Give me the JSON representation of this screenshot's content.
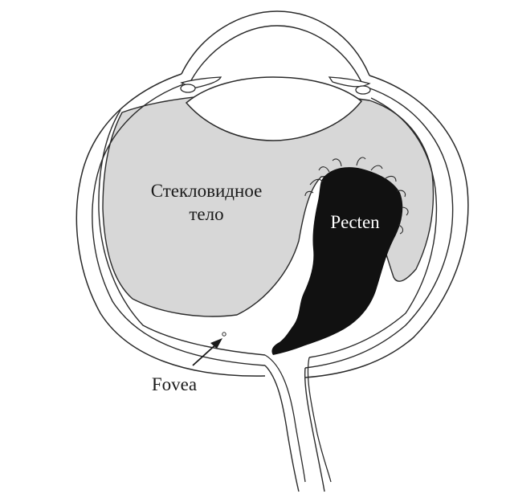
{
  "labels": {
    "vitreous_line1": "Стекловидное",
    "vitreous_line2": "тело",
    "pecten": "Pecten",
    "fovea": "Fovea"
  },
  "colors": {
    "outline": "#2a2a2a",
    "vitreous_fill": "#d7d7d7",
    "pecten_fill": "#111111",
    "background": "#ffffff"
  }
}
